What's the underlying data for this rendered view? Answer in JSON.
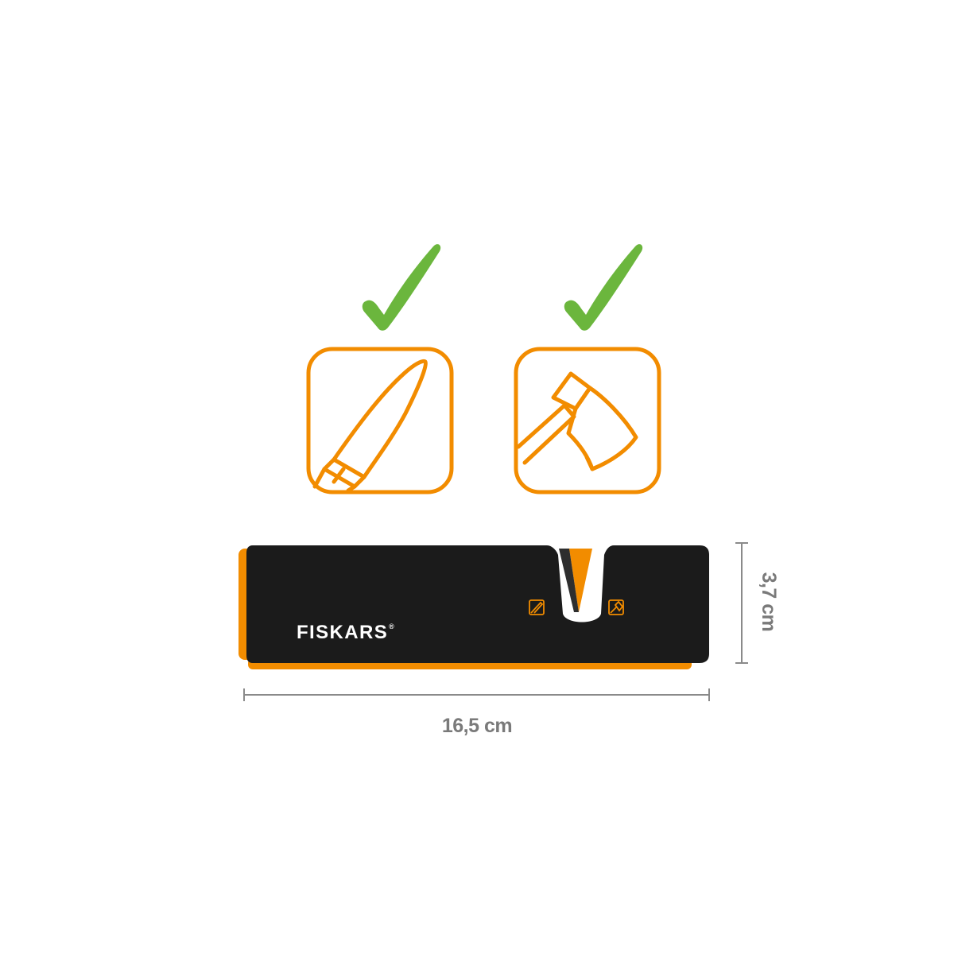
{
  "colors": {
    "check_green": "#6bb63d",
    "icon_orange": "#f28c00",
    "body_black": "#1b1b1b",
    "dimension_gray": "#8a8a8a"
  },
  "suitability": [
    {
      "icon": "kitchen-knife-icon",
      "check": "check-icon"
    },
    {
      "icon": "axe-icon",
      "check": "check-icon"
    }
  ],
  "product": {
    "brand": "FISKARS",
    "registered_mark": "®",
    "slot_icons": [
      "knife-small-icon",
      "axe-small-icon"
    ]
  },
  "dimensions": {
    "width": "16,5 cm",
    "height": "3,7 cm"
  }
}
